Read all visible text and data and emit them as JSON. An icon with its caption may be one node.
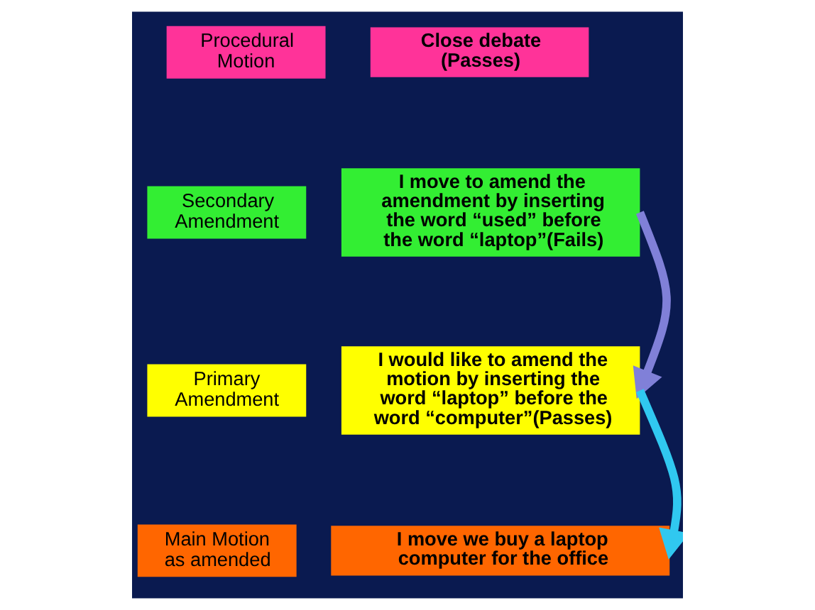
{
  "diagram": {
    "nodes": [
      {
        "text": [
          "Procedural Motion"
        ]
      },
      {
        "text": [
          "Close debate (Passes)"
        ]
      },
      {
        "text": [
          "Secondary Amendment"
        ]
      },
      {
        "text": [
          "I move to amend the amendment by inserting the word “used” before the word “laptop”(Fails)"
        ]
      },
      {
        "text": [
          "Primary Amendment"
        ]
      },
      {
        "text": [
          "I would like to amend the motion by inserting the word “laptop” before the word “computer”(Passes)"
        ]
      },
      {
        "text": [
          "Main Motion as amended"
        ]
      },
      {
        "text": [
          "I move we buy a laptop computer for the office"
        ]
      }
    ],
    "edges": [
      {
        "from": 3,
        "to": 5,
        "arrow": "to",
        "color": "#8080d8"
      },
      {
        "from": 5,
        "to": 7,
        "arrow": "to",
        "color": "#30c8f0"
      }
    ]
  }
}
